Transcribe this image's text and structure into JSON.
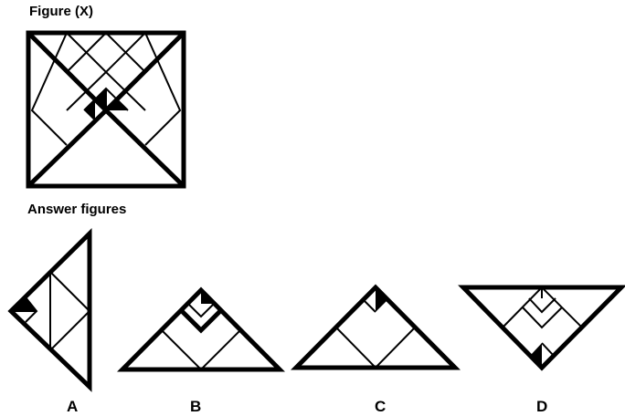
{
  "figure_title": "Figure (X)",
  "answers_title": "Answer figures",
  "options": {
    "a": "A",
    "b": "B",
    "c": "C",
    "d": "D"
  }
}
